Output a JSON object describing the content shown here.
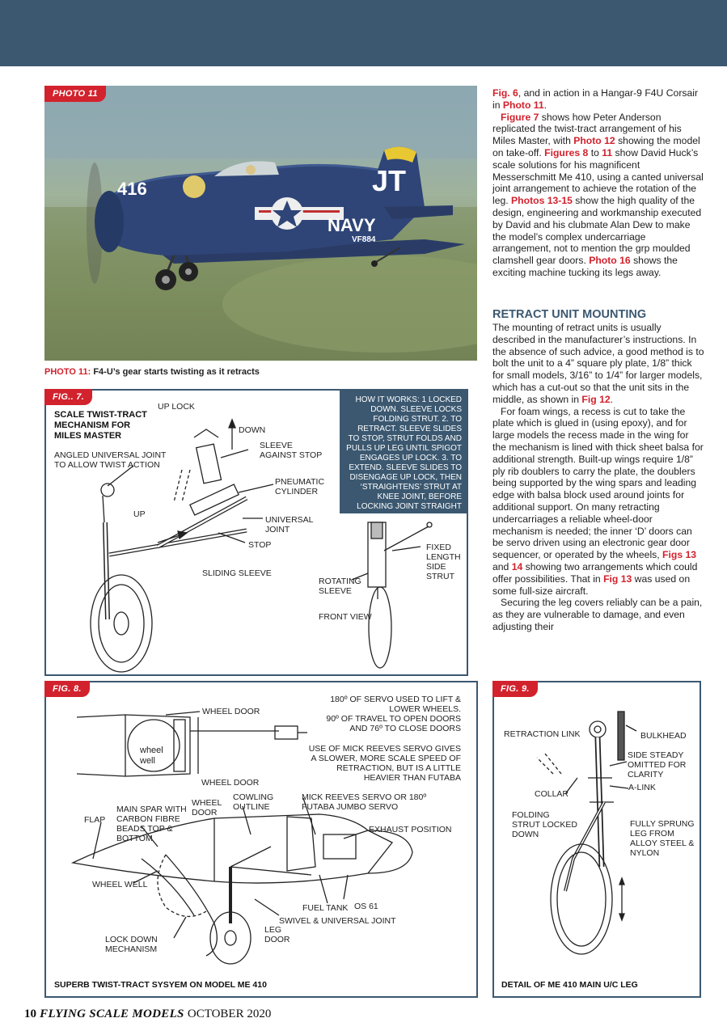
{
  "photo": {
    "tag": "PHOTO 11",
    "caption_lead": "PHOTO 11:",
    "caption_text": " F4-U’s gear starts twisting as it retracts",
    "plane_number": "416",
    "tail_code": "JT",
    "side_text": "NAVY",
    "serial": "VF884"
  },
  "fig7": {
    "tag": "FIG.. 7.",
    "title": "SCALE TWIST-TRACT\nMECHANISM FOR\nMILES MASTER",
    "how_it_works": "HOW IT WORKS: 1 LOCKED DOWN. SLEEVE LOCKS FOLDING STRUT. 2. TO RETRACT. SLEEVE SLIDES TO STOP, STRUT FOLDS AND PULLS UP LEG UNTIL SPIGOT ENGAGES UP LOCK. 3. TO EXTEND. SLEEVE SLIDES TO DISENGAGE UP LOCK, THEN ‘STRAIGHTENS’ STRUT AT KNEE JOINT, BEFORE LOCKING JOINT STRAIGHT",
    "labels": {
      "up_lock": "UP LOCK",
      "down": "DOWN",
      "sleeve_against_stop": "SLEEVE\nAGAINST STOP",
      "angled_joint": "ANGLED UNIVERSAL JOINT\nTO ALLOW TWIST ACTION",
      "pneumatic_cylinder": "PNEUMATIC\nCYLINDER",
      "up": "UP",
      "universal_joint": "UNIVERSAL\nJOINT",
      "stop": "STOP",
      "sliding_sleeve": "SLIDING SLEEVE",
      "fixed_length": "FIXED\nLENGTH\nSIDE\nSTRUT",
      "rotating_sleeve": "ROTATING\nSLEEVE",
      "front_view": "FRONT VIEW"
    }
  },
  "fig8": {
    "tag": "FIG. 8.",
    "caption": "SUPERB TWIST-TRACT SYSYEM ON MODEL ME 410",
    "note_servo": "180º OF SERVO USED TO LIFT &\nLOWER WHEELS.\n90º OF TRAVEL TO OPEN DOORS\nAND 76º TO CLOSE DOORS",
    "note_mick": "USE OF MICK REEVES SERVO GIVES\nA SLOWER, MORE SCALE SPEED OF\nRETRACTION, BUT IS A LITTLE\nHEAVIER THAN FUTABA",
    "labels": {
      "wheel_door_top": "WHEEL DOOR",
      "wheel_well_inset": "wheel\nwell",
      "wheel_door_mid": "WHEEL DOOR",
      "flap": "FLAP",
      "main_spar": "MAIN SPAR WITH\nCARBON FIBRE\nBEADS TOP &\nBOTTOM",
      "wheel_door_small": "WHEEL\nDOOR",
      "cowling": "COWLING\nOUTLINE",
      "mick_servo": "MICK REEVES SERVO OR 180º\nFUTABA JUMBO SERVO",
      "exhaust": "EXHAUST POSITION",
      "wheel_well": "WHEEL WELL",
      "fuel_tank": "FUEL TANK",
      "os61": "OS 61",
      "swivel": "SWIVEL & UNIVERSAL JOINT",
      "leg_door": "LEG\nDOOR",
      "lock_down": "LOCK DOWN\nMECHANISM"
    }
  },
  "fig9": {
    "tag": "FIG. 9.",
    "caption": "DETAIL OF ME 410 MAIN U/C LEG",
    "labels": {
      "retraction_link": "RETRACTION LINK",
      "bulkhead": "BULKHEAD",
      "side_steady": "SIDE STEADY\nOMITTED FOR\nCLARITY",
      "a_link": "A-LINK",
      "collar": "COLLAR",
      "folding_strut": "FOLDING\nSTRUT LOCKED\nDOWN",
      "fully_sprung": "FULLY SPRUNG\nLEG FROM\nALLOY STEEL &\nNYLON"
    }
  },
  "article": {
    "p1_ref1": "Fig. 6",
    "p1_t1": ", and in action in a Hangar-9  F4U Corsair in ",
    "p1_ref2": "Photo 11",
    "p1_t2": ".",
    "p2_ref1": "Figure 7",
    "p2_t1": " shows how Peter Anderson replicated the twist-tract arrangement of his Miles Master, with ",
    "p2_ref2": "Photo 12",
    "p2_t2": " showing the model on take-off.  ",
    "p2_ref3": "Figures 8",
    "p2_t3": " to ",
    "p2_ref4": "11",
    "p2_t4": " show David Huck’s scale solutions for his magnificent Messerschmitt Me 410, using a canted universal joint arrangement to achieve the rotation of the leg.  ",
    "p2_ref5": "Photos 13-15",
    "p2_t5": " show the high quality of the design, engineering and workmanship executed by David and his clubmate Alan Dew to make the model’s complex undercarriage arrangement, not to mention the grp moulded clamshell gear doors.  ",
    "p2_ref6": "Photo 16",
    "p2_t6": " shows the exciting machine tucking its legs away.",
    "heading": "RETRACT UNIT MOUNTING",
    "p3_t1": "The mounting of retract units is usually described in the manufacturer’s instructions. In the absence of such advice, a good method is to bolt the unit to a 4” square ply plate, 1/8” thick for small models, 3/16” to 1/4” for larger models, which has a cut-out so that the unit sits in the middle, as shown in ",
    "p3_ref1": "Fig 12",
    "p3_t2": ".",
    "p4_t1": "For foam wings, a recess is cut to take the plate which is glued in (using epoxy), and for large models the recess made in the wing for the mechanism is lined with thick sheet balsa for additional strength. Built-up wings require 1/8” ply rib doublers to carry the plate, the doublers being supported by the wing spars and leading edge with balsa block used around joints for additional support. On many retracting undercarriages a reliable wheel-door mechanism is needed; the inner ‘D’ doors can be servo driven using an electronic gear door sequencer, or operated by the wheels, ",
    "p4_ref1": "Figs 13",
    "p4_t2": " and ",
    "p4_ref2": "14",
    "p4_t3": " showing two arrangements which could offer possibilities.  That in ",
    "p4_ref3": "Fig 13",
    "p4_t4": " was used on some full-size aircraft.",
    "p5_t1": "Securing the leg covers reliably can be a pain, as they are vulnerable to damage, and even adjusting their"
  },
  "footer": {
    "page": "10",
    "magazine": "FLYING SCALE MODELS",
    "date": "OCTOBER 2020"
  },
  "colors": {
    "banner": "#3b5870",
    "accent_red": "#d2222d",
    "plane_blue": "#2c3f6e",
    "tail_yellow": "#e8c832"
  }
}
